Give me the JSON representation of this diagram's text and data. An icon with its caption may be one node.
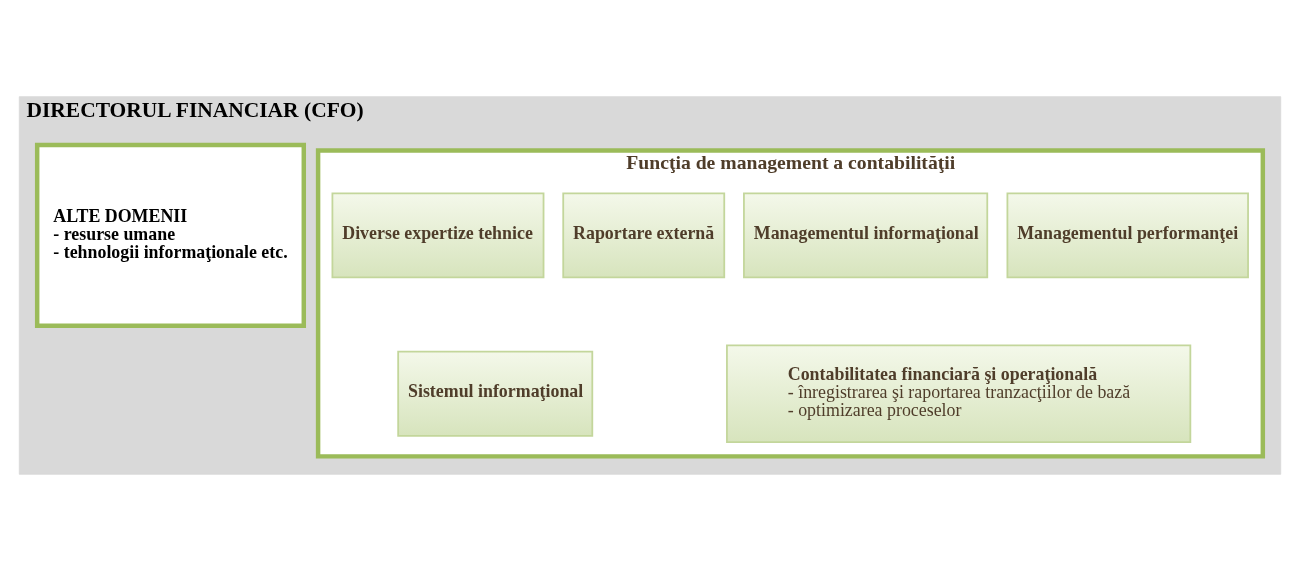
{
  "diagram": {
    "nodes": [
      {
        "text": [
          "DIRECTORUL FINANCIAR (CFO)"
        ]
      },
      {
        "text": [
          "ALTE DOMENII",
          "- resurse umane",
          "- tehnologii informaţionale etc."
        ],
        "in": 0
      },
      {
        "text": [
          "Funcţia de management a contabilităţii"
        ],
        "in": 0
      },
      {
        "text": [
          "Diverse expertize tehnice"
        ],
        "in": 2
      },
      {
        "text": [
          "Raportare externă"
        ],
        "in": 2
      },
      {
        "text": [
          "Managementul informaţional"
        ],
        "in": 2
      },
      {
        "text": [
          "Managementul performanţei"
        ],
        "in": 2
      },
      {
        "text": [
          "Sistemul informaţional"
        ],
        "in": 2
      },
      {
        "text": [
          "Contabilitatea financiară şi operaţională",
          "- înregistrarea şi raportarea tranzacţiilor de bază",
          "- optimizarea proceselor"
        ],
        "in": 2
      }
    ],
    "edges": []
  }
}
